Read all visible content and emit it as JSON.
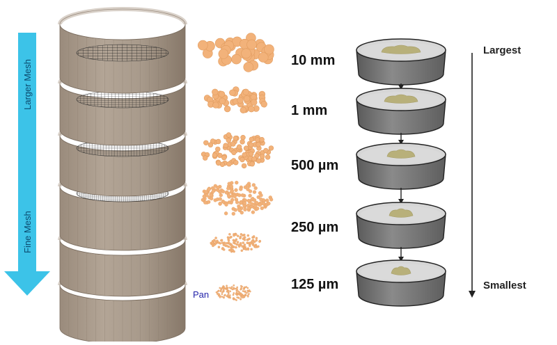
{
  "left_diagram": {
    "arrow_top_label": "Larger Mesh",
    "arrow_bottom_label": "Fine Mesh",
    "pan_label": "Pan"
  },
  "right_diagram": {
    "sieves": [
      {
        "label": "10 mm"
      },
      {
        "label": "1 mm"
      },
      {
        "label": "500 µm"
      },
      {
        "label": "250 µm"
      },
      {
        "label": "125 µm"
      }
    ],
    "top_label": "Largest",
    "bottom_label": "Smallest"
  },
  "colors": {
    "sieve_body": "#a8998a",
    "arrow_fill": "#3cc3e8",
    "particle": "#f2b27a",
    "dish_body": "#707070",
    "sediment": "#b8b07a"
  }
}
